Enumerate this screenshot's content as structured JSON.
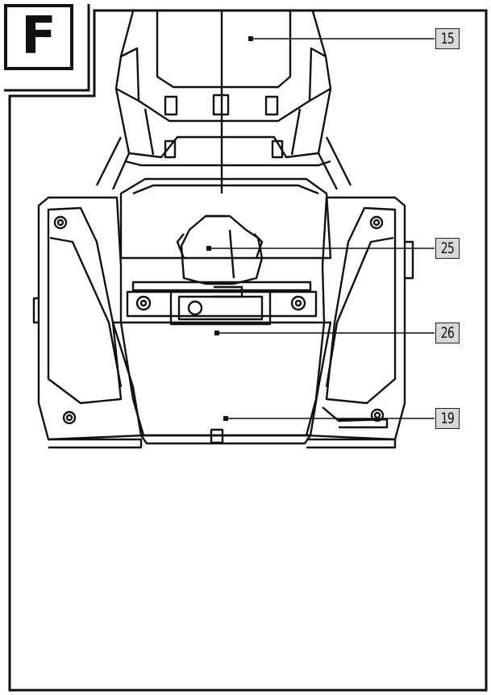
{
  "figure": {
    "letter": "F"
  },
  "callouts": [
    {
      "id": "c15",
      "label": "15"
    },
    {
      "id": "c25",
      "label": "25"
    },
    {
      "id": "c26",
      "label": "26"
    },
    {
      "id": "c19",
      "label": "19"
    }
  ]
}
